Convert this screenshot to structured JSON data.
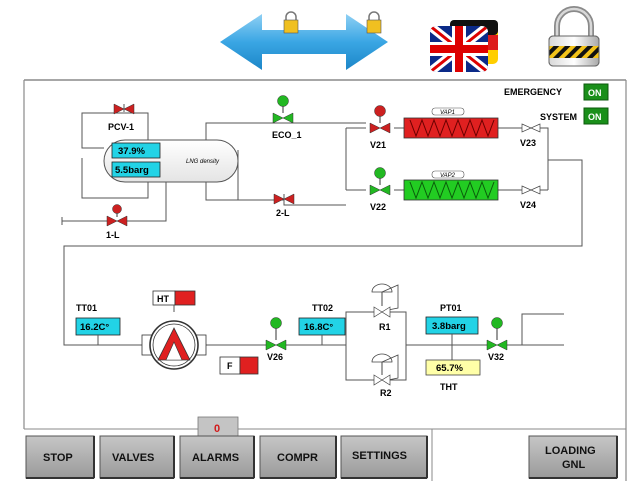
{
  "header": {
    "nav_icon": "left-right-arrows-icon",
    "language_icon": "uk-german-flag-icon",
    "lock_icon": "padlock-icon"
  },
  "status": {
    "emergency_label": "EMERGENCY",
    "emergency_value": "ON",
    "system_label": "SYSTEM",
    "system_value": "ON"
  },
  "tank": {
    "label": "LNG density",
    "level": "37.9%",
    "pressure": "5.5barg"
  },
  "valves": {
    "pcv1": "PCV-1",
    "one_l": "1-L",
    "eco1": "ECO_1",
    "two_l": "2-L",
    "v21": "V21",
    "v22": "V22",
    "v23": "V23",
    "v24": "V24",
    "v26": "V26",
    "v32": "V32",
    "r1": "R1",
    "r2": "R2"
  },
  "vaporizers": {
    "vap1": "VAP1",
    "vap2": "VAP2"
  },
  "sensors": {
    "tt01_label": "TT01",
    "tt01_value": "16.2C°",
    "tt02_label": "TT02",
    "tt02_value": "16.8C°",
    "pt01_label": "PT01",
    "pt01_value": "3.8barg",
    "tht_value": "65.7%",
    "tht_label": "THT"
  },
  "pump": {
    "ht_label": "HT",
    "f_label": "F"
  },
  "alarm_count": "0",
  "buttons": {
    "stop": "STOP",
    "valves": "VALVES",
    "alarms": "ALARMS",
    "compr": "COMPR",
    "settings": "SETTINGS",
    "loading_line1": "LOADING",
    "loading_line2": "GNL"
  },
  "colors": {
    "accent_blue": "#2f9fdf",
    "display_cyan": "#22d3e6",
    "status_green": "#1a8f1a",
    "vap1_red": "#e02020",
    "vap2_green": "#22cc22",
    "tht_yellow": "#ffffa8"
  }
}
